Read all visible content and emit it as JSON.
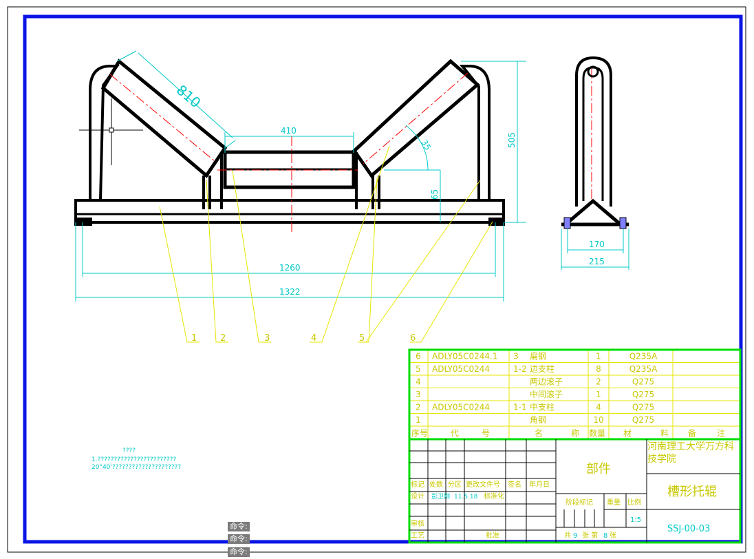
{
  "dimensions": {
    "roller_len_side": "810",
    "center_roller": "410",
    "height": "505",
    "angle": "35",
    "rise": "65",
    "inner_span": "1260",
    "overall_span": "1322",
    "side_170": "170",
    "side_215": "215"
  },
  "leaders": [
    "1",
    "2",
    "3",
    "4",
    "5",
    "6"
  ],
  "bom": [
    {
      "no": "6",
      "code": "ADLY05C0244.1",
      "part": "3",
      "name": "扁钢",
      "qty": "1",
      "material": "Q235A"
    },
    {
      "no": "5",
      "code": "ADLY05C0244",
      "part": "1-2",
      "name": "边支柱",
      "qty": "8",
      "material": "Q235A"
    },
    {
      "no": "4",
      "code": "",
      "part": "",
      "name": "两边滚子",
      "qty": "2",
      "material": "Q275"
    },
    {
      "no": "3",
      "code": "",
      "part": "",
      "name": "中间滚子",
      "qty": "1",
      "material": "Q275"
    },
    {
      "no": "2",
      "code": "ADLY05C0244",
      "part": "1-1",
      "name": "中支柱",
      "qty": "4",
      "material": "Q275"
    },
    {
      "no": "1",
      "code": "",
      "part": "",
      "name": "角钢",
      "qty": "10",
      "material": "Q275"
    }
  ],
  "bom_header": {
    "no": "序号",
    "code_a": "代",
    "code_b": "号",
    "name_a": "名",
    "name_b": "称",
    "qty": "数量",
    "mat_a": "材",
    "mat_b": "料",
    "note_a": "备",
    "note_b": "注"
  },
  "title_block": {
    "row_labels": [
      "标记",
      "处数",
      "分区",
      "更改文件号",
      "签名",
      "年月日"
    ],
    "design_label": "设计",
    "designer": "彭卫刚",
    "date": "11.5.18",
    "standardize": "标准化",
    "review": "审核",
    "process": "工艺",
    "approve": "批准",
    "category": "部件",
    "school": "河南理工大学万方科技学院",
    "drawing_name": "槽形托辊",
    "stage": "阶段标记",
    "weight": "重量",
    "scale_label": "比例",
    "scale": "1:5",
    "sheet_prefix": "共",
    "sheet_total": "9",
    "sheet_mid": "张 第",
    "sheet_no": "8",
    "sheet_suffix": "张",
    "drawing_no": "SSJ-00-03"
  },
  "notes": {
    "title": "????",
    "line1": "1.????????????????????????",
    "line2": "20°40'?????????????????????"
  },
  "command_lines": [
    "命令:",
    "命令:",
    "命令:"
  ],
  "colors": {
    "frame": "#0a14e6",
    "drawing": "#000000",
    "dim": "#00c8c8",
    "leader": "#e6e600",
    "centerline": "#ff0000",
    "table": "#00dd00",
    "label": "#c8c800"
  }
}
